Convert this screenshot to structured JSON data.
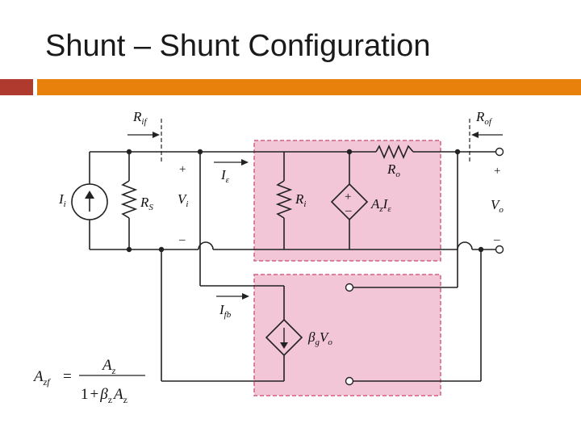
{
  "slide": {
    "title": "Shunt – Shunt Configuration",
    "colors": {
      "bar_left": "#b03a2e",
      "bar_right": "#e8800c",
      "box_fill": "#f2c6d6",
      "box_border": "#d06080"
    }
  },
  "labels": {
    "rif_main": "R",
    "rif_sub": "if",
    "rof_main": "R",
    "rof_sub": "of",
    "ii_main": "I",
    "ii_sub": "i",
    "rs_main": "R",
    "rs_sub": "S",
    "vi_main": "V",
    "vi_sub": "i",
    "ie_main": "I",
    "ie_sub": "ε",
    "ri_main": "R",
    "ri_sub": "i",
    "ro_main": "R",
    "ro_sub": "o",
    "az_main": "A",
    "az_sub": "z",
    "az_ie_main": "I",
    "az_ie_sub": "ε",
    "vo_main": "V",
    "vo_sub": "o",
    "ifb_main": "I",
    "ifb_sub": "fb",
    "beta_main": "β",
    "beta_sub": "g",
    "beta_v": "V",
    "beta_v_sub": "o",
    "plus": "+",
    "minus": "–",
    "src_plus": "+",
    "src_minus": "–"
  },
  "equation": {
    "lhs_main": "A",
    "lhs_sub": "zf",
    "equals": "=",
    "num_main": "A",
    "num_sub": "z",
    "den_one": "1",
    "den_plus": "+",
    "den_beta": "β",
    "den_beta_sub": "z",
    "den_a": "A",
    "den_a_sub": "z"
  }
}
